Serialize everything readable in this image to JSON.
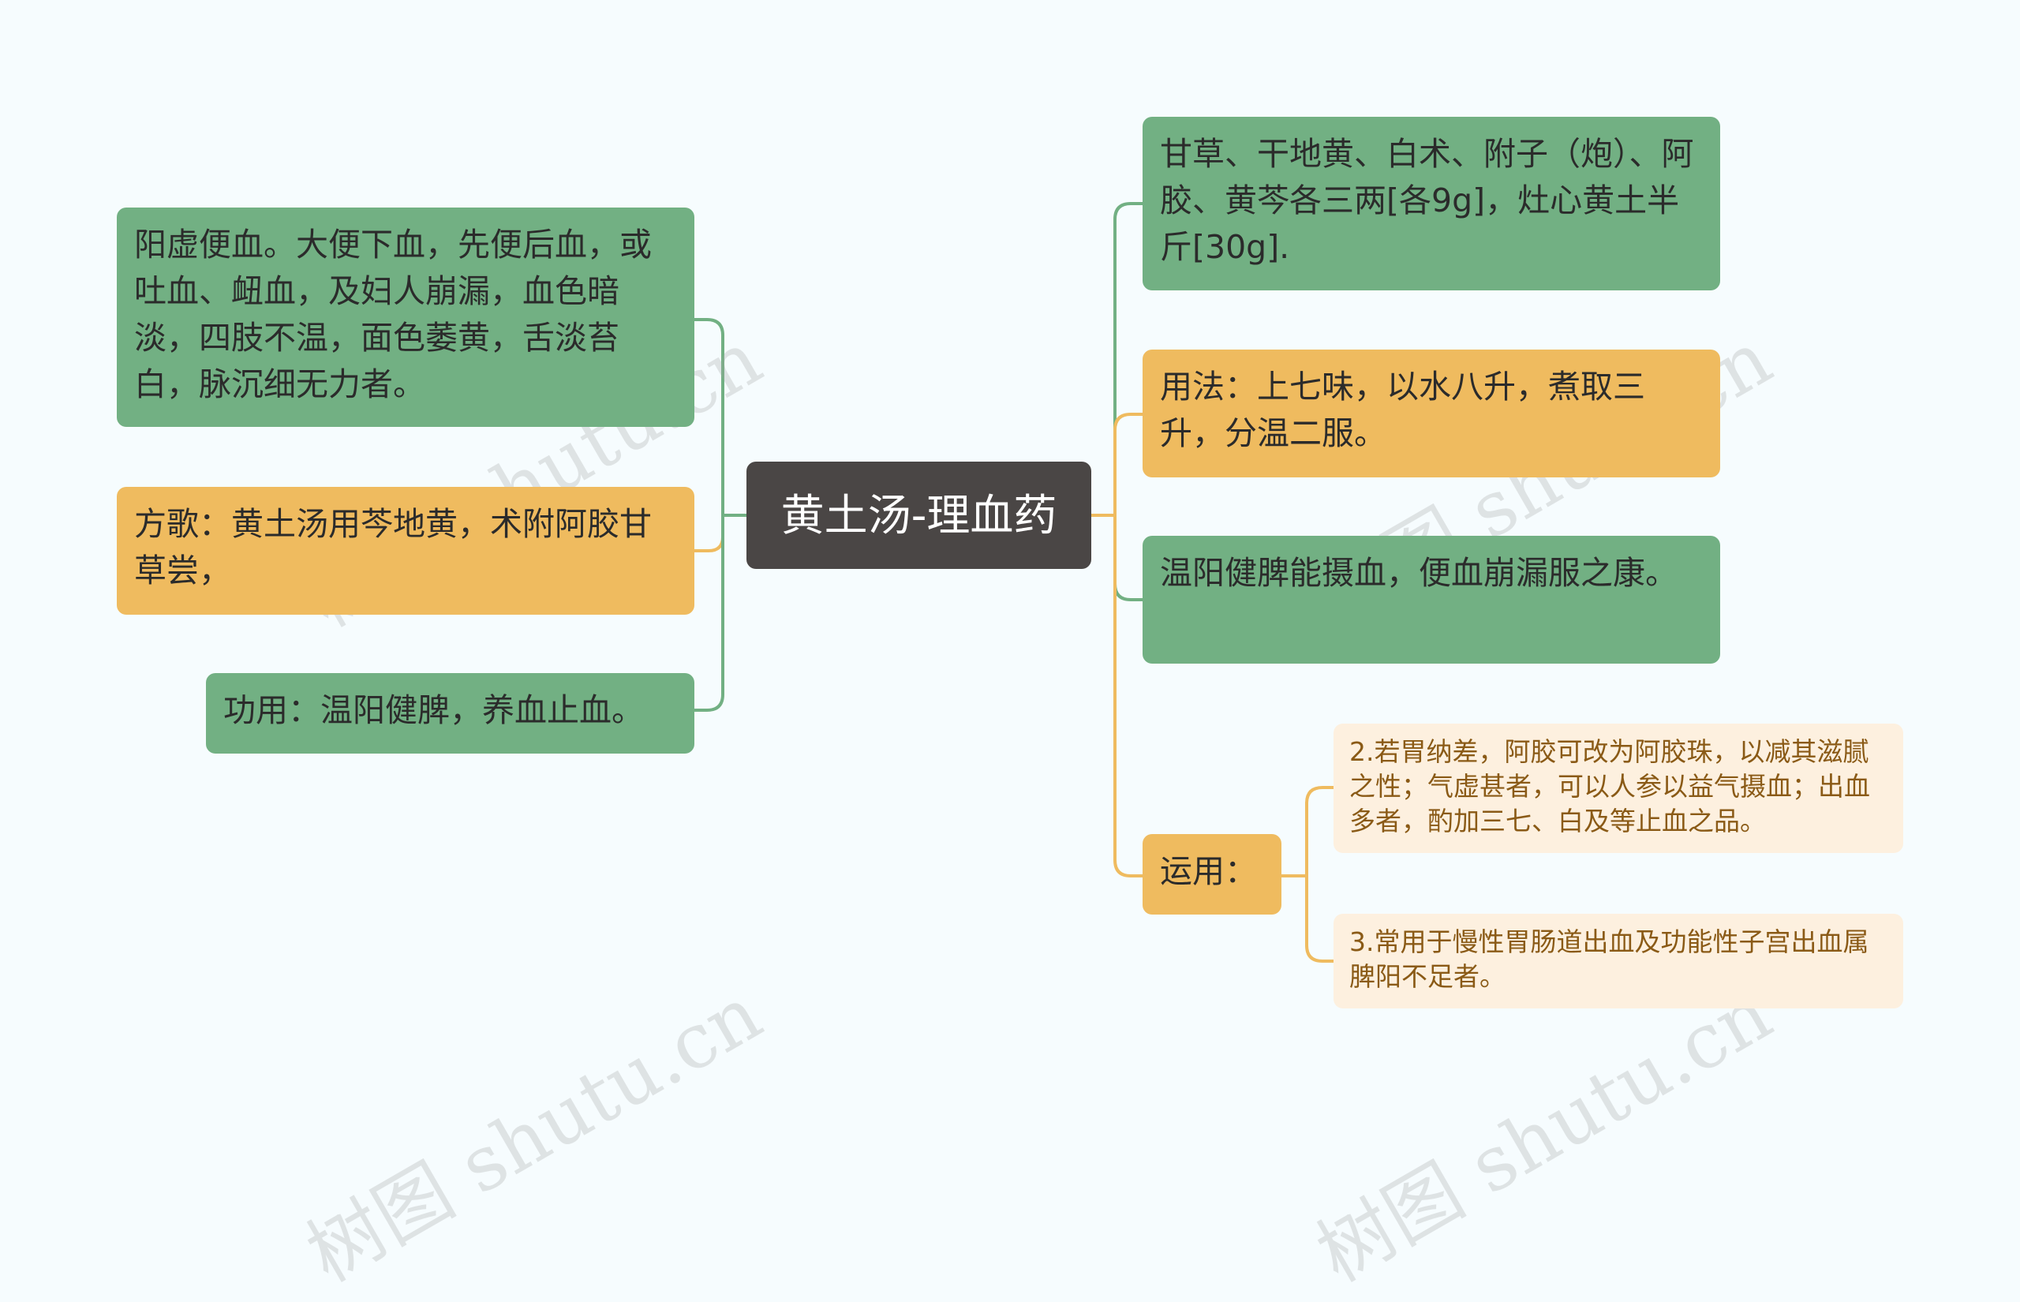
{
  "colors": {
    "background": "#f6fcfe",
    "root": "#4a4645",
    "green": "#72b083",
    "orange": "#efbb5f",
    "cream": "#fdf0df",
    "line_green": "#72b083",
    "line_orange": "#efbb5f"
  },
  "root": {
    "label": "黄土汤-理血药"
  },
  "left": [
    {
      "text": "阳虚便血。大便下血，先便后血，或吐血、衄血，及妇人崩漏，血色暗淡，四肢不温，面色萎黄，舌淡苔白，脉沉细无力者。"
    },
    {
      "text": "方歌：黄土汤用芩地黄，术附阿胶甘草尝，"
    },
    {
      "text": "功用：温阳健脾，养血止血。"
    }
  ],
  "right": [
    {
      "text": "甘草、干地黄、白术、附子（炮）、阿胶、黄芩各三两[各9g]，灶心黄土半斤[30g]."
    },
    {
      "text": "用法：上七味，以水八升，煮取三升，分温二服。"
    },
    {
      "text": "温阳健脾能摄血，便血崩漏服之康。"
    },
    {
      "text": "运用："
    }
  ],
  "usage_children": [
    {
      "text": "2.若胃纳差，阿胶可改为阿胶珠，以减其滋腻之性；气虚甚者，可以人参以益气摄血；出血多者，酌加三七、白及等止血之品。"
    },
    {
      "text": "3.常用于慢性胃肠道出血及功能性子宫出血属脾阳不足者。"
    }
  ],
  "watermark": "树图 shutu.cn"
}
